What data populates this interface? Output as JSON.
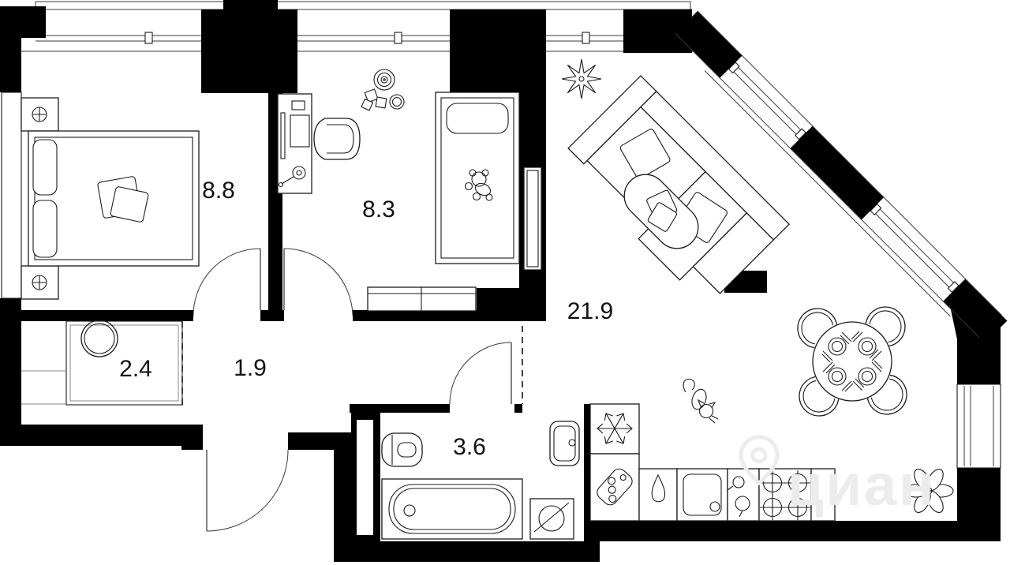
{
  "plan": {
    "watermark": "циан",
    "rooms": [
      {
        "name": "bedroom",
        "area": "8.8"
      },
      {
        "name": "kids-room",
        "area": "8.3"
      },
      {
        "name": "living-kitchen",
        "area": "21.9"
      },
      {
        "name": "wardrobe",
        "area": "2.4"
      },
      {
        "name": "hallway",
        "area": "1.9"
      },
      {
        "name": "bathroom",
        "area": "3.6"
      }
    ],
    "colors": {
      "walls": "#000000",
      "lines": "#1c1c1c",
      "watermark": "#ececec",
      "background": "#ffffff"
    },
    "furniture_icons": [
      "double-bed",
      "nightstand-lamp",
      "nightstand-lamp",
      "decor-pillows",
      "desk",
      "desk-chair",
      "desk-lamp",
      "toys",
      "single-bed",
      "teddy-bear",
      "dresser",
      "wardrobe-cabinet",
      "water-heater",
      "toilet",
      "bathtub",
      "washing-machine",
      "washbasin",
      "fridge",
      "cutting-board",
      "kettle",
      "kitchen-sink",
      "faucet",
      "stove",
      "dining-table",
      "dining-chairs",
      "place-settings",
      "corner-sofa",
      "coffee-table",
      "tv-console",
      "plant",
      "plant",
      "cat",
      "ventilation-shaft"
    ]
  }
}
